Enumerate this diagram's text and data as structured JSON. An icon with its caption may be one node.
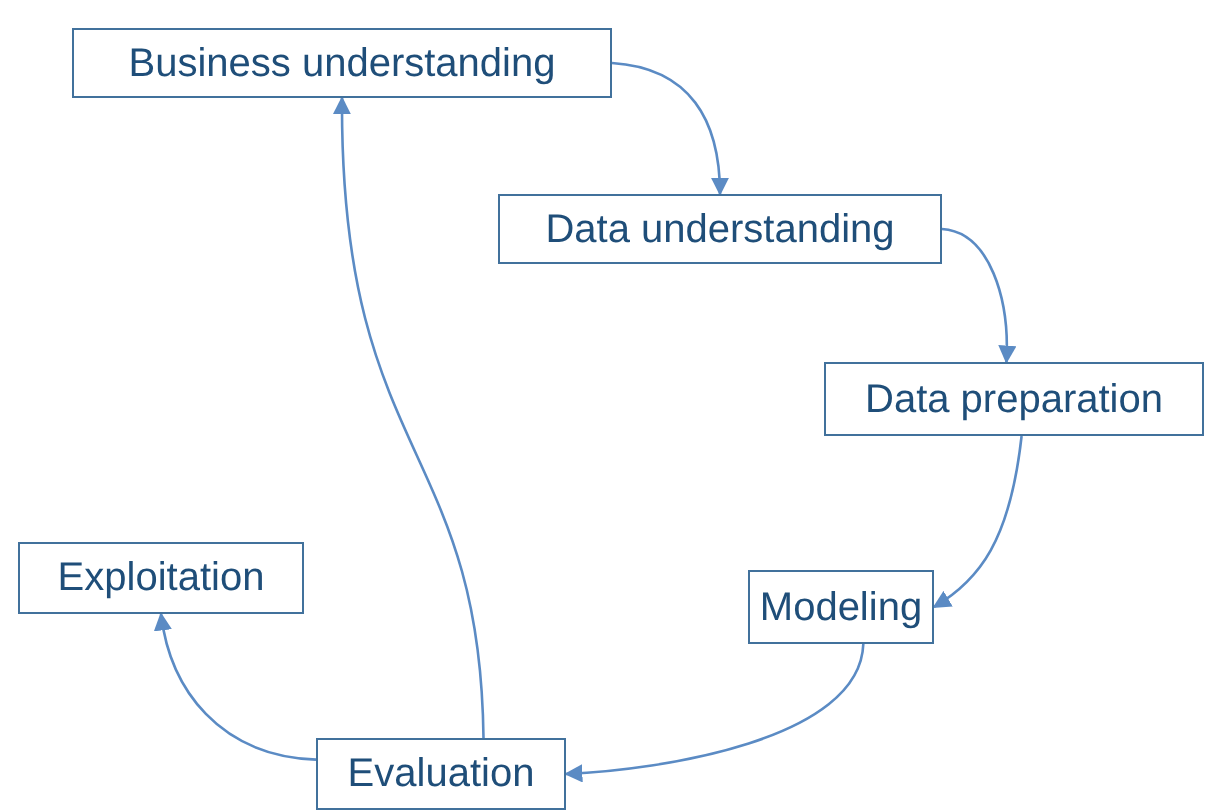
{
  "diagram": {
    "nodes": [
      {
        "text": [
          "Business understanding"
        ]
      },
      {
        "text": [
          "Data understanding"
        ]
      },
      {
        "text": [
          "Data preparation"
        ]
      },
      {
        "text": [
          "Modeling"
        ]
      },
      {
        "text": [
          "Evaluation"
        ]
      },
      {
        "text": [
          "Exploitation"
        ]
      }
    ],
    "edges": [
      {
        "from": 0,
        "to": 1,
        "arrow": "to"
      },
      {
        "from": 1,
        "to": 2,
        "arrow": "to"
      },
      {
        "from": 2,
        "to": 3,
        "arrow": "to"
      },
      {
        "from": 3,
        "to": 4,
        "arrow": "to"
      },
      {
        "from": 4,
        "to": 0,
        "arrow": "to"
      },
      {
        "from": 4,
        "to": 5,
        "arrow": "to"
      }
    ]
  }
}
